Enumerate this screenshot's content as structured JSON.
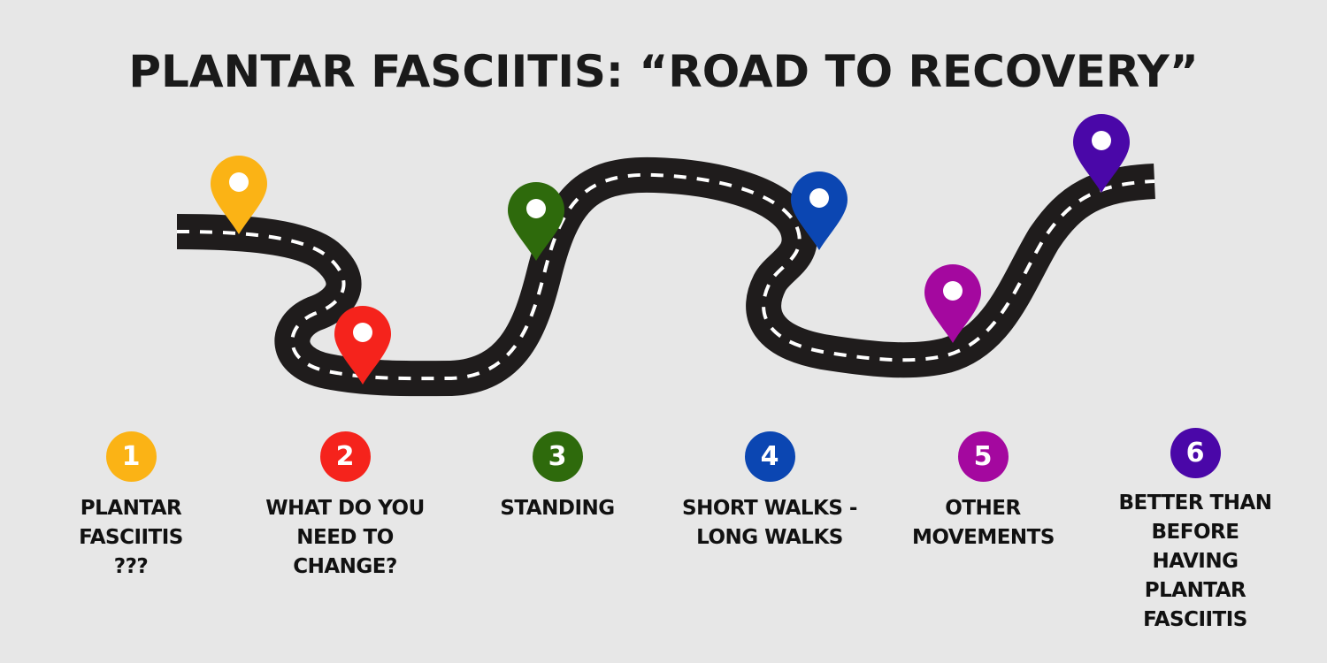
{
  "title": "PLANTAR FASCIITIS: “ROAD TO RECOVERY”",
  "steps": [
    {
      "number": "1",
      "label": "PLANTAR FASCIITIS ???",
      "color": "#fbb315"
    },
    {
      "number": "2",
      "label": "WHAT DO YOU NEED TO CHANGE?",
      "color": "#f5231c"
    },
    {
      "number": "3",
      "label": "STANDING",
      "color": "#2e6a0c"
    },
    {
      "number": "4",
      "label": "SHORT WALKS - LONG WALKS",
      "color": "#0b46b2"
    },
    {
      "number": "5",
      "label": "OTHER MOVEMENTS",
      "color": "#a4089f"
    },
    {
      "number": "6",
      "label": "BETTER THAN BEFORE HAVING PLANTAR FASCIITIS",
      "color": "#4a07a8"
    }
  ]
}
